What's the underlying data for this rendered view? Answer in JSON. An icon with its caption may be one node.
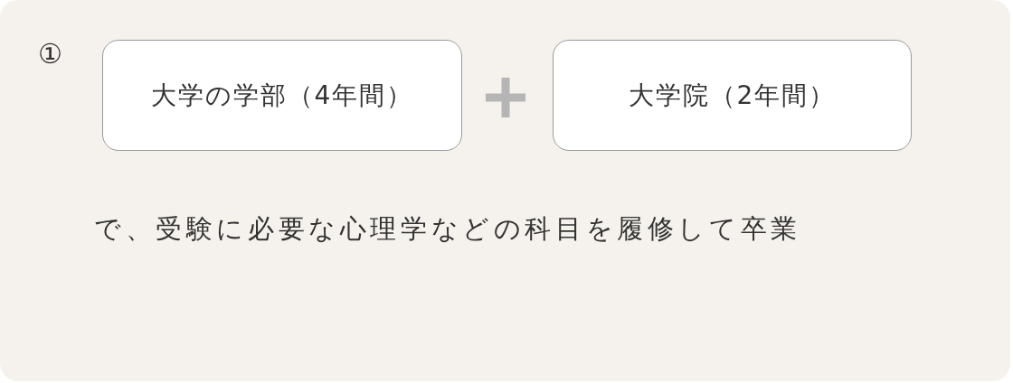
{
  "diagram": {
    "nodes": [
      {
        "text": [
          "①",
          "で、受験に必要な心理学などの科目を履修して卒業"
        ]
      },
      {
        "text": [
          "大学の学部（4年間）"
        ],
        "in": 0
      },
      {
        "text": [
          "大学院（2年間）"
        ],
        "in": 0
      }
    ]
  }
}
